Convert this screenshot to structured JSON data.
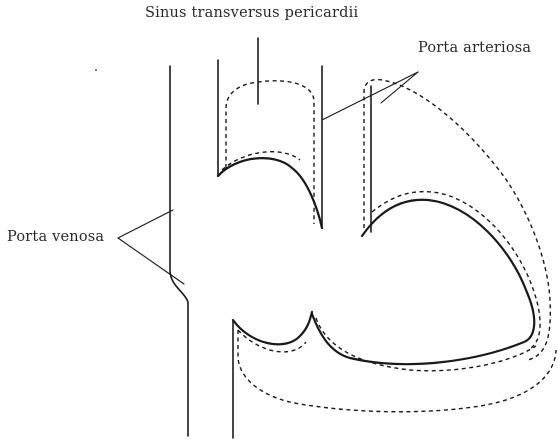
{
  "labels": {
    "sinus": "Sinus transversus pericardii",
    "porta_arteriosa": "Porta arteriosa",
    "porta_venosa": "Porta venosa"
  }
}
